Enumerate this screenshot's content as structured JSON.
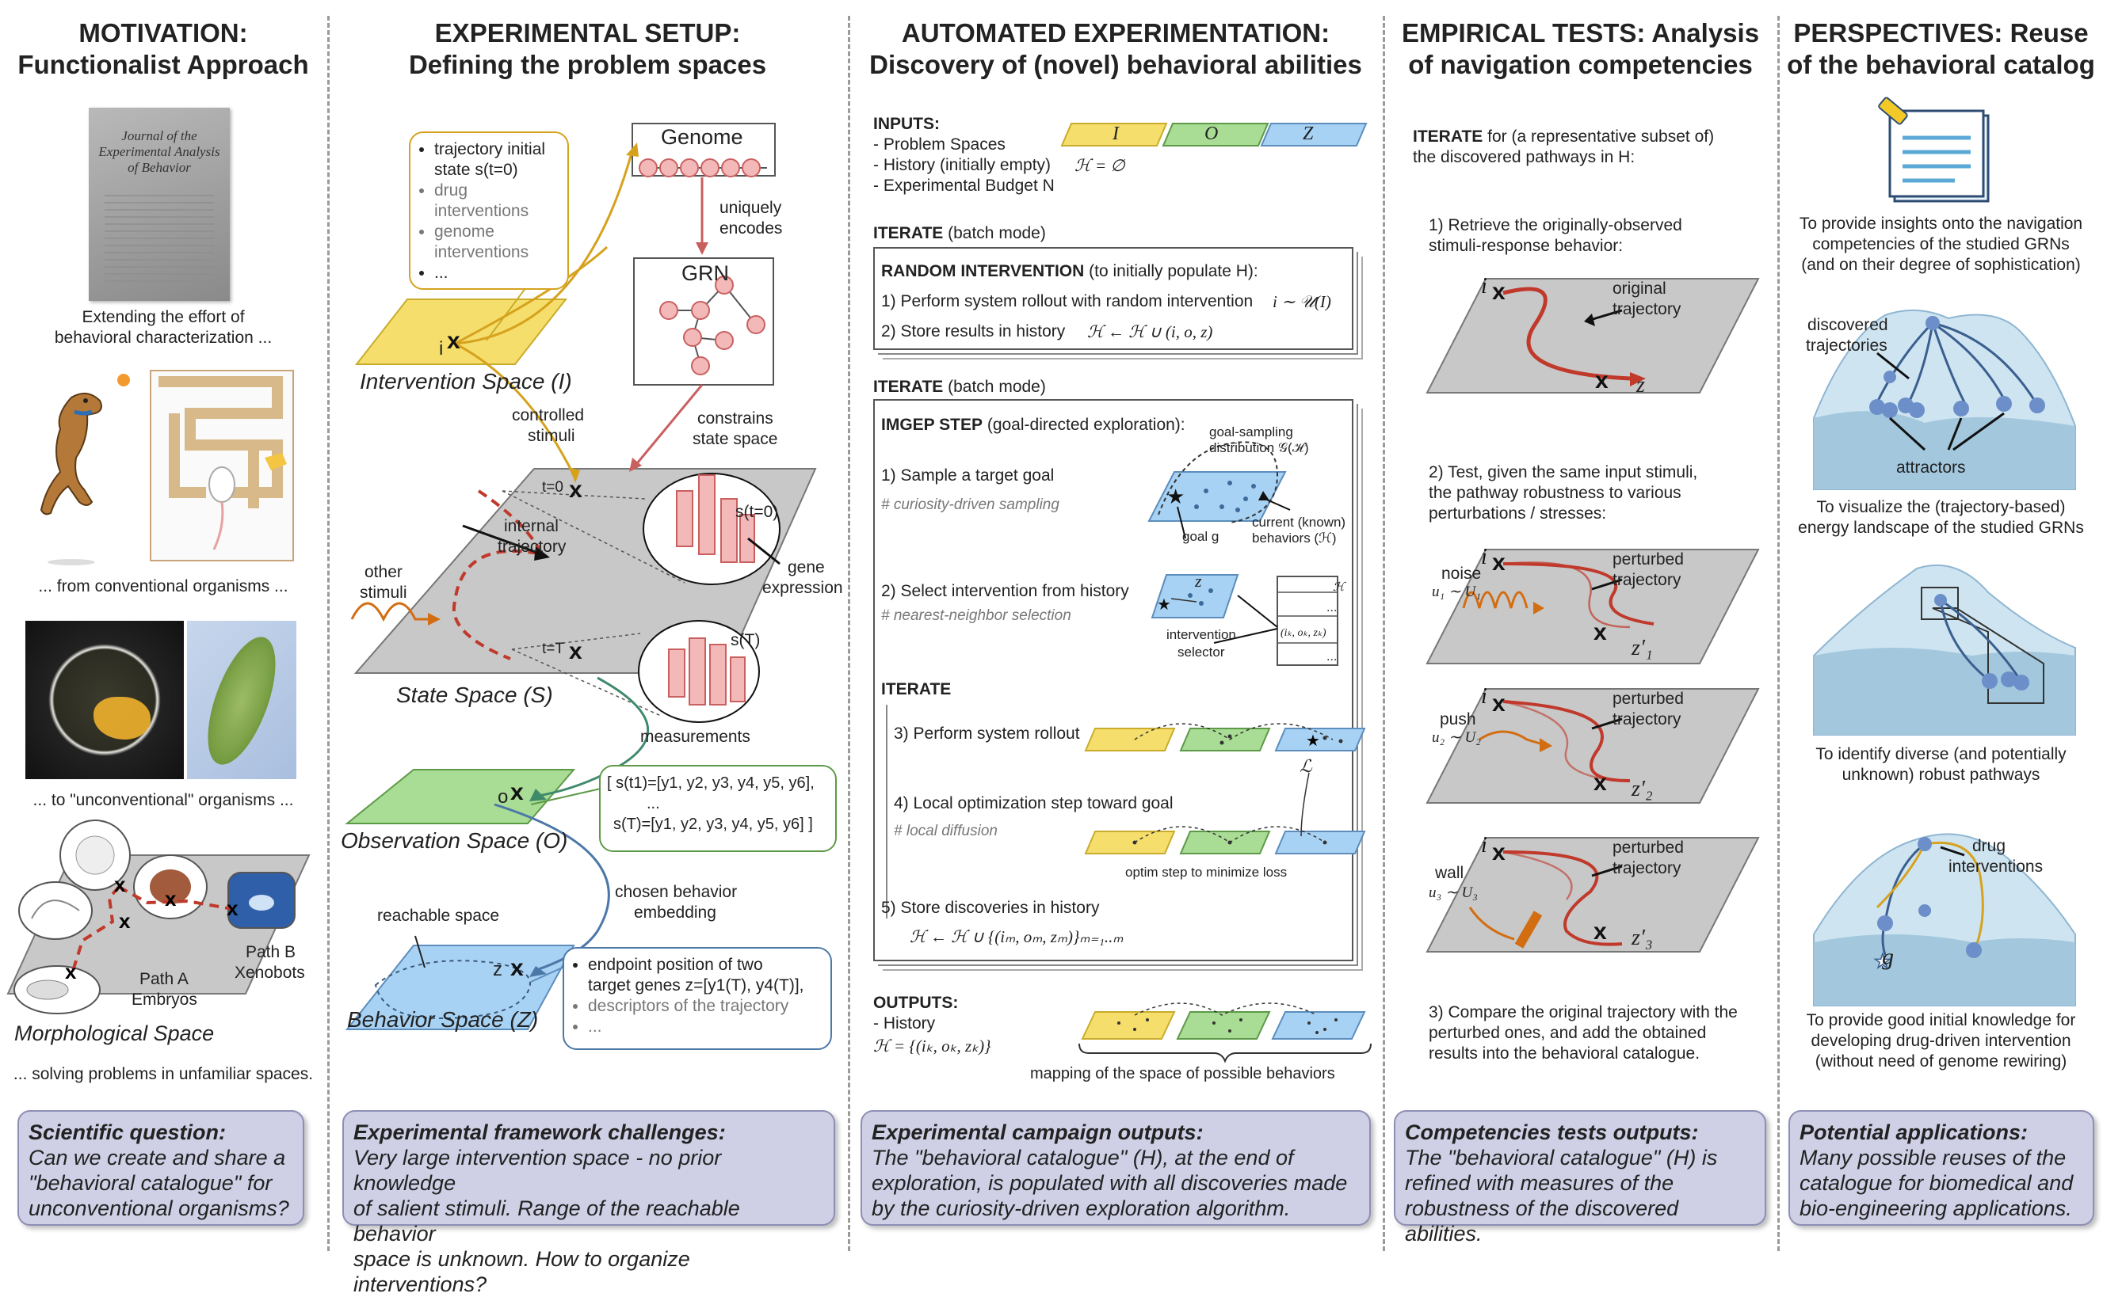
{
  "columns": {
    "motivation": {
      "title_l1": "MOTIVATION:",
      "title_l2": "Functionalist Approach",
      "journal_l1": "Journal of the",
      "journal_l2": "Experimental Analysis",
      "journal_l3": "of Behavior",
      "caption1_l1": "Extending the effort of",
      "caption1_l2": "behavioral characterization ...",
      "caption2": "... from conventional organisms ...",
      "caption3": "... to \"unconventional\" organisms ...",
      "path_a_l1": "Path A",
      "path_a_l2": "Embryos",
      "path_b_l1": "Path B",
      "path_b_l2": "Xenobots",
      "morph_space": "Morphological Space",
      "caption4": "... solving problems in unfamiliar spaces.",
      "box_title": "Scientific question:",
      "box_lines": [
        "Can we create and share a",
        "\"behavioral catalogue\" for",
        "unconventional organisms?"
      ]
    },
    "setup": {
      "title_l1": "EXPERIMENTAL SETUP:",
      "title_l2": "Defining the problem spaces",
      "bubble1": [
        "trajectory initial",
        "state s(t=0)"
      ],
      "bubble1_gray1": [
        "drug",
        "interventions"
      ],
      "bubble1_gray2": [
        "genome",
        "interventions"
      ],
      "bubble1_dots": "...",
      "genome": "Genome",
      "grn": "GRN",
      "uniquely_l1": "uniquely",
      "uniquely_l2": "encodes",
      "constrains_l1": "constrains",
      "constrains_l2": "state space",
      "controlled_l1": "controlled",
      "controlled_l2": "stimuli",
      "intervention_space": "Intervention Space (I)",
      "i_label": "i",
      "t0": "t=0",
      "tT": "t=T",
      "internal_l1": "internal",
      "internal_l2": "trajectory",
      "other_l1": "other",
      "other_l2": "stimuli",
      "st0": "s(t=0)",
      "sT": "s(T)",
      "gene_l1": "gene",
      "gene_l2": "expression",
      "state_space": "State Space (S)",
      "measurements": "measurements",
      "o_label": "o",
      "obs_l1": "[ s(t1)=[y1, y2, y3, y4, y5, y6],",
      "obs_l2": "...",
      "obs_l3": "s(T)=[y1, y2, y3, y4, y5, y6] ]",
      "obs_space": "Observation Space (O)",
      "chosen_l1": "chosen behavior",
      "chosen_l2": "embedding",
      "reachable": "reachable space",
      "z_label": "z",
      "beh_space": "Behavior Space (Z)",
      "bubble3_l1": "endpoint position of two",
      "bubble3_l2": "target genes z=[y1(T), y4(T)],",
      "bubble3_gray": "descriptors of the trajectory",
      "bubble3_dots": "...",
      "box_title": "Experimental framework challenges:",
      "box_lines": [
        "Very large intervention space - no prior knowledge",
        "of salient stimuli. Range of the reachable behavior",
        "space is unknown. How to organize interventions?"
      ]
    },
    "automated": {
      "title_l1": "AUTOMATED EXPERIMENTATION:",
      "title_l2": "Discovery of (novel) behavioral abilities",
      "inputs": "INPUTS:",
      "in1": "- Problem Spaces",
      "in2": "- History (initially empty)",
      "in2_math": "ℋ = ∅",
      "in3": "- Experimental Budget N",
      "spI": "I",
      "spO": "O",
      "spZ": "Z",
      "iterate1": "ITERATE",
      "batch1": "(batch mode)",
      "ri_title": "RANDOM INTERVENTION",
      "ri_paren": "(to initially populate H):",
      "ri_1": "1) Perform system rollout with random intervention",
      "ri_1m": "i ∼ 𝒰(I)",
      "ri_2": "2) Store results in history",
      "ri_2m": "ℋ ← ℋ ∪ (i, o, z)",
      "iterate2": "ITERATE",
      "batch2": "(batch mode)",
      "imgep": "IMGEP STEP",
      "imgep_paren": "(goal-directed exploration):",
      "s1": "1) Sample a target goal",
      "s1c": "# curiosity-driven sampling",
      "goal_samp_l1": "goal-sampling",
      "goal_samp_l2": "distribution 𝒢(ℋ)",
      "current_l1": "current (known)",
      "current_l2": "behaviors (ℋ)",
      "goal_g": "goal g",
      "s2": "2) Select intervention from history",
      "s2c": "# nearest-neighbor selection",
      "zk": "z",
      "hist_h": "ℋ",
      "hist_dots": "...",
      "hist_row": "(iₖ, oₖ, zₖ)",
      "hist_dots2": "...",
      "sel_l1": "intervention",
      "sel_l2": "selector",
      "iterate3": "ITERATE",
      "s3": "3) Perform system rollout",
      "loss": "ℒ",
      "s4": "4) Local optimization step toward goal",
      "s4c": "# local diffusion",
      "optim": "optim step to minimize loss",
      "s5": "5) Store discoveries in history",
      "s5m": "ℋ ← ℋ ∪ {(iₘ, oₘ, zₘ)}ₘ₌₁..ₘ",
      "outputs": "OUTPUTS:",
      "out1": "- History",
      "out_math": "ℋ = {(iₖ, oₖ, zₖ)}",
      "mapping": "mapping of the space of possible behaviors",
      "box_title": "Experimental campaign outputs:",
      "box_lines": [
        "The \"behavioral catalogue\" (H), at the end of",
        "exploration, is populated with all discoveries made",
        "by the curiosity-driven exploration algorithm."
      ]
    },
    "empirical": {
      "title_l1": "EMPIRICAL TESTS: Analysis",
      "title_l2": "of navigation competencies",
      "iterate": "ITERATE",
      "iterate_rest": "for (a representative subset of)",
      "iterate_l2": "the discovered pathways in H:",
      "step1_l1": "1) Retrieve the originally-observed",
      "step1_l2": "stimuli-response behavior:",
      "orig_l1": "original",
      "orig_l2": "trajectory",
      "step2_l1": "2) Test, given the same input stimuli,",
      "step2_l2": "the pathway robustness to various",
      "step2_l3": "perturbations / stresses:",
      "noise": "noise",
      "noise_m": "u₁ ∼ U₁",
      "push": "push",
      "push_m": "u₂ ∼ U₂",
      "wall": "wall",
      "wall_m": "u₃ ∼ U₃",
      "pert_l1": "perturbed",
      "pert_l2": "trajectory",
      "z": "z",
      "z1": "z′₁",
      "z2": "z′₂",
      "z3": "z′₃",
      "step3_l1": "3) Compare the original trajectory with the",
      "step3_l2": "perturbed ones, and add the obtained",
      "step3_l3": "results into the behavioral catalogue.",
      "box_title": "Competencies tests outputs:",
      "box_lines": [
        "The \"behavioral catalogue\" (H) is",
        "refined with measures of the",
        "robustness of the discovered abilities."
      ]
    },
    "perspectives": {
      "title_l1": "PERSPECTIVES: Reuse",
      "title_l2": "of the behavioral catalog",
      "p1_l1": "To provide insights onto the navigation",
      "p1_l2": "competencies of the studied GRNs",
      "p1_l3": "(and on their degree of sophistication)",
      "discovered_l1": "discovered",
      "discovered_l2": "trajectories",
      "attractors": "attractors",
      "p2_l1": "To visualize the (trajectory-based)",
      "p2_l2": "energy landscape of the studied GRNs",
      "p3_l1": "To identify diverse (and potentially",
      "p3_l2": "unknown) robust pathways",
      "drug_l1": "drug",
      "drug_l2": "interventions",
      "g": "g",
      "p4_l1": "To provide good initial knowledge for",
      "p4_l2": "developing drug-driven intervention",
      "p4_l3": "(without need of genome rewiring)",
      "box_title": "Potential applications:",
      "box_lines": [
        "Many possible reuses of the",
        "catalogue for biomedical and",
        "bio-engineering applications."
      ]
    }
  },
  "colors": {
    "intervention": "#f5de6b",
    "observation": "#a9dc94",
    "behavior": "#a8d2f4",
    "state": "#c8c8c8",
    "question_box": "#cfd0e6",
    "trajectory": "#c0392b",
    "arrow_gold": "#d6a21e",
    "arrow_orange": "#d36d12"
  }
}
